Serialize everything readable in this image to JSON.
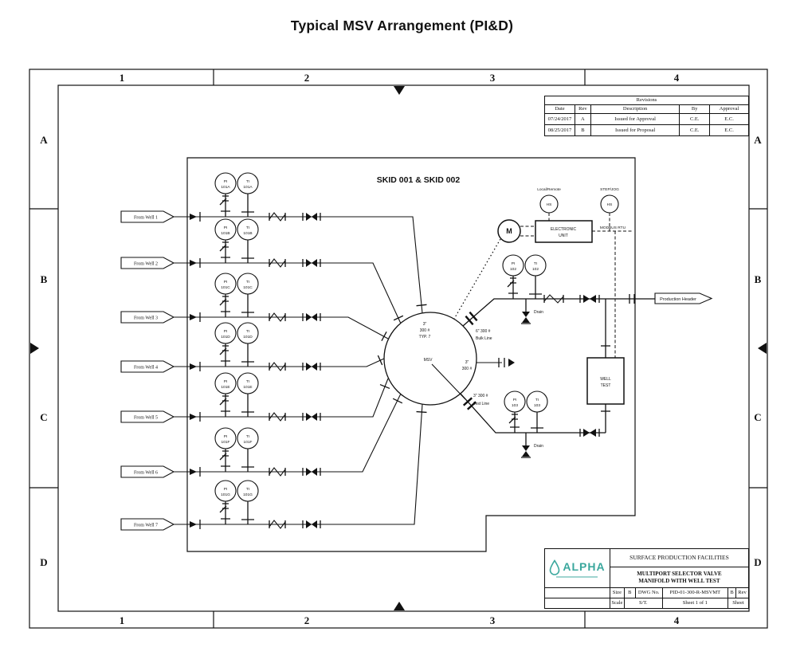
{
  "page": {
    "title": "Typical MSV Arrangement (PI&D)"
  },
  "border": {
    "cols": [
      "1",
      "2",
      "3",
      "4"
    ],
    "rows": [
      "A",
      "B",
      "C",
      "D"
    ]
  },
  "revisions": {
    "title": "Revisions",
    "headers": [
      "Date",
      "Rev",
      "Description",
      "By",
      "Approval"
    ],
    "rows": [
      {
        "date": "07/24/2017",
        "rev": "A",
        "description": "Issued for Approval",
        "by": "C.E.",
        "approval": "E.C."
      },
      {
        "date": "08/25/2017",
        "rev": "B",
        "description": "Issued for Proposal",
        "by": "C.E.",
        "approval": "E.C."
      }
    ]
  },
  "title_block": {
    "company": "ALPHA",
    "logo_icon": "water-drop-icon",
    "logo_color": "#3aa79d",
    "facility": "SURFACE PRODUCTION FACILITIES",
    "drawing_title_line1": "MULTIPORT SELECTOR VALVE",
    "drawing_title_line2": "MANIFOLD WITH WELL TEST",
    "size_label": "Size",
    "size": "B",
    "dwg_label": "DWG No.",
    "dwg_no": "PID-01-300-R-MSVMT",
    "rev": "B",
    "rev_label": "Rev",
    "scale_label": "Scale",
    "scale": "S/T.",
    "sheet_value": "Sheet 1 of 1",
    "sheet_label": "Sheet"
  },
  "diagram": {
    "skid_label": "SKID 001 & SKID 002",
    "wells": [
      {
        "label": "From Well 1",
        "pi_type": "PI",
        "pi_tag": "101A",
        "ti_type": "TI",
        "ti_tag": "101A"
      },
      {
        "label": "From Well 2",
        "pi_type": "PI",
        "pi_tag": "101B",
        "ti_type": "TI",
        "ti_tag": "101B"
      },
      {
        "label": "From Well 3",
        "pi_type": "PI",
        "pi_tag": "101C",
        "ti_type": "TI",
        "ti_tag": "101C"
      },
      {
        "label": "From Well 4",
        "pi_type": "PI",
        "pi_tag": "101D",
        "ti_type": "TI",
        "ti_tag": "101D"
      },
      {
        "label": "From Well 5",
        "pi_type": "PI",
        "pi_tag": "101E",
        "ti_type": "TI",
        "ti_tag": "101E"
      },
      {
        "label": "From Well 6",
        "pi_type": "PI",
        "pi_tag": "101F",
        "ti_type": "TI",
        "ti_tag": "101F"
      },
      {
        "label": "From Well 7",
        "pi_type": "PI",
        "pi_tag": "101G",
        "ti_type": "TI",
        "ti_tag": "101G"
      }
    ],
    "instruments": {
      "pi102": {
        "type": "PI",
        "tag": "102"
      },
      "ti102": {
        "type": "TI",
        "tag": "102"
      },
      "pi103": {
        "type": "PI",
        "tag": "103"
      },
      "ti103": {
        "type": "TI",
        "tag": "103"
      }
    },
    "labels": {
      "msv_size": "3\"",
      "msv_rating": "300 #",
      "msv_typ": "TYP. 7",
      "msv_name": "MSV",
      "msv_right_size": "3\"",
      "msv_right_rating": "300 #",
      "bulk_size": "6\" 300 #",
      "bulk_name": "Bulk Line",
      "test_size": "3\" 300 #",
      "test_name": "Test Line",
      "motor": "M",
      "eu_line1": "ELECTRONIC",
      "eu_line2": "UNIT",
      "hs": "HS",
      "local_remote": "Local/Remote",
      "step_jog": "STEP/JOG",
      "modbus": "MODBUS RTU",
      "drain": "Drain",
      "well_test_line1": "WELL",
      "well_test_line2": "TEST",
      "production_header": "Production Header"
    }
  }
}
